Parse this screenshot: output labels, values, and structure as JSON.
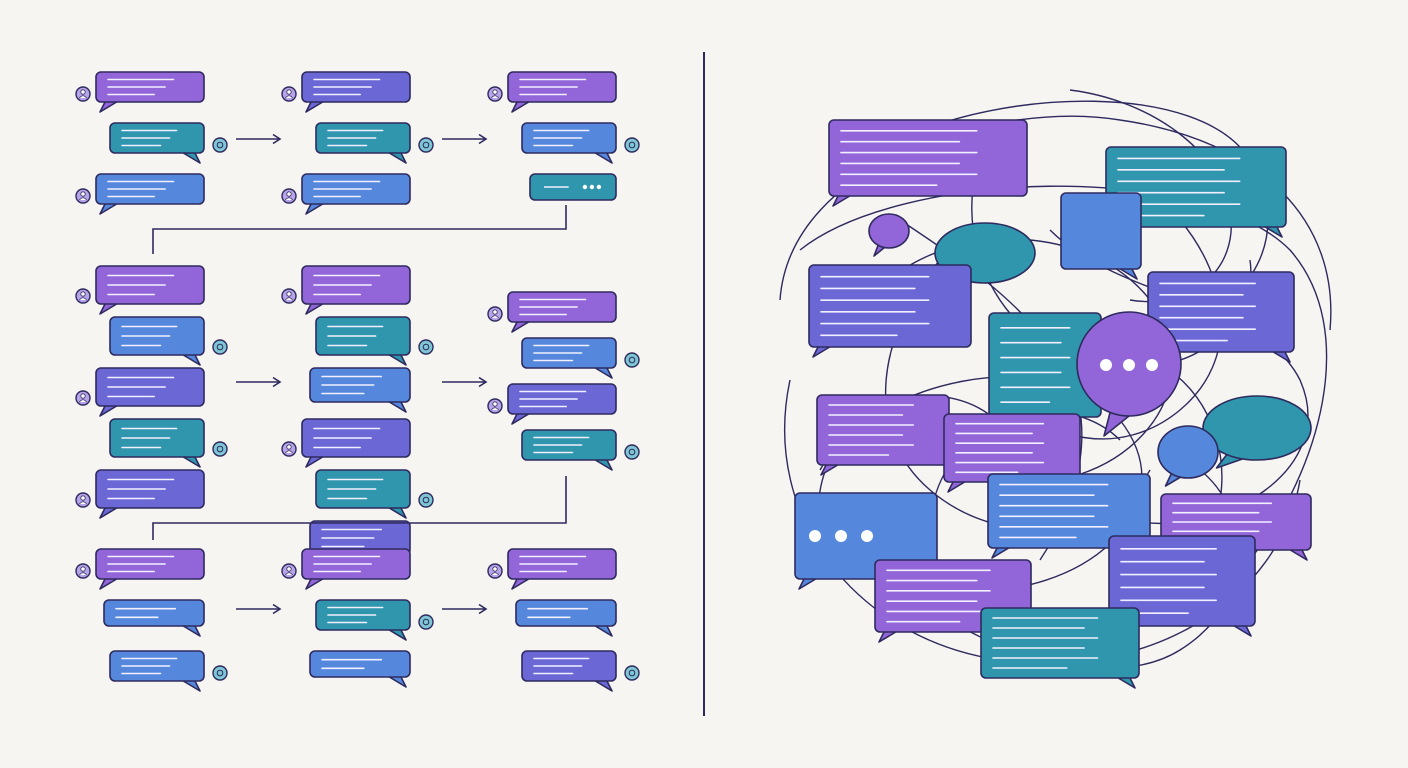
{
  "colors": {
    "background": "#f7f5f2",
    "outline": "#2e2a5e",
    "purple": "#9266d8",
    "indigo": "#6b68d6",
    "blue": "#5588dc",
    "teal": "#2f96ad",
    "text_line": "#f2f0ff",
    "avatar_fill": "#b7a3e8"
  },
  "left_panel": {
    "name": "organized-threads",
    "rows": [
      {
        "steps": [
          {
            "bubbles": [
              {
                "color": "purple",
                "side": "left"
              },
              {
                "color": "teal",
                "side": "right"
              },
              {
                "color": "blue",
                "side": "left"
              }
            ]
          },
          {
            "bubbles": [
              {
                "color": "indigo",
                "side": "left"
              },
              {
                "color": "teal",
                "side": "right"
              },
              {
                "color": "blue",
                "side": "left"
              }
            ]
          },
          {
            "bubbles": [
              {
                "color": "purple",
                "side": "left"
              },
              {
                "color": "blue",
                "side": "right"
              },
              {
                "color": "teal",
                "side": "typing"
              }
            ]
          }
        ]
      },
      {
        "steps": [
          {
            "bubbles": [
              {
                "color": "purple",
                "side": "left"
              },
              {
                "color": "blue",
                "side": "right"
              },
              {
                "color": "indigo",
                "side": "left"
              },
              {
                "color": "teal",
                "side": "right"
              },
              {
                "color": "indigo",
                "side": "left"
              }
            ]
          },
          {
            "bubbles": [
              {
                "color": "purple",
                "side": "left"
              },
              {
                "color": "teal",
                "side": "right"
              },
              {
                "color": "blue",
                "side": "none"
              },
              {
                "color": "indigo",
                "side": "left"
              },
              {
                "color": "teal",
                "side": "right"
              },
              {
                "color": "indigo",
                "side": "none"
              }
            ]
          },
          {
            "bubbles": [
              {
                "color": "purple",
                "side": "left"
              },
              {
                "color": "blue",
                "side": "right"
              },
              {
                "color": "indigo",
                "side": "left"
              },
              {
                "color": "teal",
                "side": "right"
              }
            ]
          }
        ]
      },
      {
        "steps": [
          {
            "bubbles": [
              {
                "color": "purple",
                "side": "left"
              },
              {
                "color": "blue",
                "side": "none"
              },
              {
                "color": "blue",
                "side": "right"
              }
            ]
          },
          {
            "bubbles": [
              {
                "color": "purple",
                "side": "left"
              },
              {
                "color": "teal",
                "side": "right"
              },
              {
                "color": "blue",
                "side": "none"
              }
            ]
          },
          {
            "bubbles": [
              {
                "color": "purple",
                "side": "left"
              },
              {
                "color": "blue",
                "side": "none"
              },
              {
                "color": "indigo",
                "side": "right"
              }
            ]
          }
        ]
      }
    ]
  },
  "right_panel": {
    "name": "tangled-conversation",
    "bubbles": [
      {
        "color": "purple",
        "shape": "rect",
        "content": "lines"
      },
      {
        "color": "teal",
        "shape": "rect",
        "content": "lines"
      },
      {
        "color": "blue",
        "shape": "rect",
        "content": "none"
      },
      {
        "color": "indigo",
        "shape": "rect",
        "content": "lines"
      },
      {
        "color": "indigo",
        "shape": "rect",
        "content": "lines"
      },
      {
        "color": "teal",
        "shape": "rect",
        "content": "lines"
      },
      {
        "color": "purple",
        "shape": "round",
        "content": "typing"
      },
      {
        "color": "purple",
        "shape": "rect",
        "content": "lines"
      },
      {
        "color": "purple",
        "shape": "rect",
        "content": "lines"
      },
      {
        "color": "blue",
        "shape": "rect",
        "content": "lines"
      },
      {
        "color": "blue",
        "shape": "rect",
        "content": "typing"
      },
      {
        "color": "purple",
        "shape": "rect",
        "content": "lines"
      },
      {
        "color": "purple",
        "shape": "rect",
        "content": "lines"
      },
      {
        "color": "indigo",
        "shape": "rect",
        "content": "lines"
      },
      {
        "color": "teal",
        "shape": "rect",
        "content": "lines"
      },
      {
        "color": "teal",
        "shape": "oval",
        "content": "none"
      },
      {
        "color": "teal",
        "shape": "oval",
        "content": "none"
      },
      {
        "color": "purple",
        "shape": "oval",
        "content": "none"
      },
      {
        "color": "blue",
        "shape": "oval",
        "content": "none"
      }
    ]
  }
}
